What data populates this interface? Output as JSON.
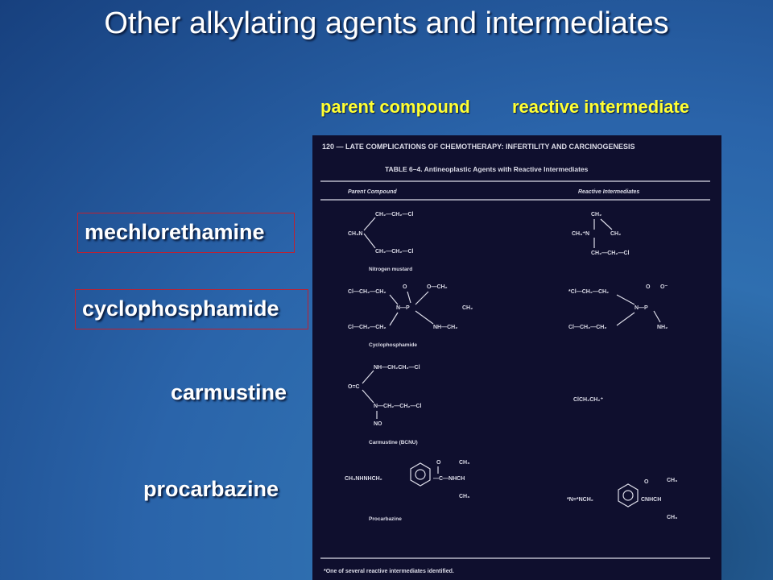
{
  "slide": {
    "title": "Other alkylating agents and intermediates",
    "header_parent": "parent compound",
    "header_reactive": "reactive intermediate",
    "drugs": [
      "mechlorethamine",
      "cyclophosphamide",
      "carmustine",
      "procarbazine"
    ]
  },
  "table": {
    "page_header": "120 — LATE COMPLICATIONS OF CHEMOTHERAPY: INFERTILITY AND CARCINOGENESIS",
    "caption": "TABLE 6–4.  Antineoplastic Agents with Reactive Intermediates",
    "col_parent": "Parent Compound",
    "col_reactive": "Reactive Intermediates",
    "compound_names": [
      "Nitrogen mustard",
      "Cyclophosphamide",
      "Carmustine (BCNU)",
      "Procarbazine"
    ],
    "footnote": "*One of several reactive intermediates identified."
  },
  "colors": {
    "title": "#ffffff",
    "header": "#ffff33",
    "box_border": "#c02030",
    "scan_bg": "#0f0f2e"
  }
}
